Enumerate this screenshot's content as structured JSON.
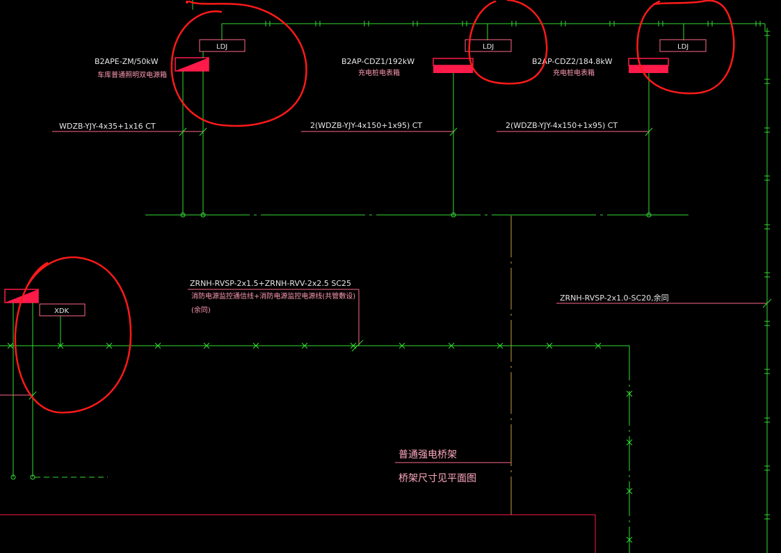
{
  "colors": {
    "background": "#000000",
    "cable": "#33dd33",
    "leader": "#ff6a8a",
    "equipment": "#ff1a4a",
    "markup": "#ff1a1a",
    "tray": "#c8a040",
    "text_white": "#e8e8e8",
    "text_pink": "#ff9ab4"
  },
  "panels": {
    "p1": {
      "name": "B2APE-ZM/50kW",
      "desc": "车库普通照明双电源箱",
      "box_label": "LDJ"
    },
    "p2": {
      "name": "B2AP-CDZ1/192kW",
      "desc": "充电桩电表箱",
      "box_label": "LDJ"
    },
    "p3": {
      "name": "B2AP-CDZ2/184.8kW",
      "desc": "充电桩电表箱",
      "box_label": "LDJ"
    },
    "p4": {
      "box_label": "XDK"
    }
  },
  "cables": {
    "c1": "WDZB-YJY-4x35+1x16  CT",
    "c2": "2(WDZB-YJY-4x150+1x95)  CT",
    "c3": "2(WDZB-YJY-4x150+1x95)  CT",
    "c4": {
      "line1": "ZRNH-RVSP-2x1.5+ZRNH-RVV-2x2.5  SC25",
      "line2": "消防电源监控通信线+消防电源监控电源线(共管敷设)",
      "line3": "(余同)"
    },
    "c5": "ZRNH-RVSP-2x1.0-SC20,余同"
  },
  "tray": {
    "line1": "普通强电桥架",
    "line2": "桥架尺寸见平面图"
  }
}
